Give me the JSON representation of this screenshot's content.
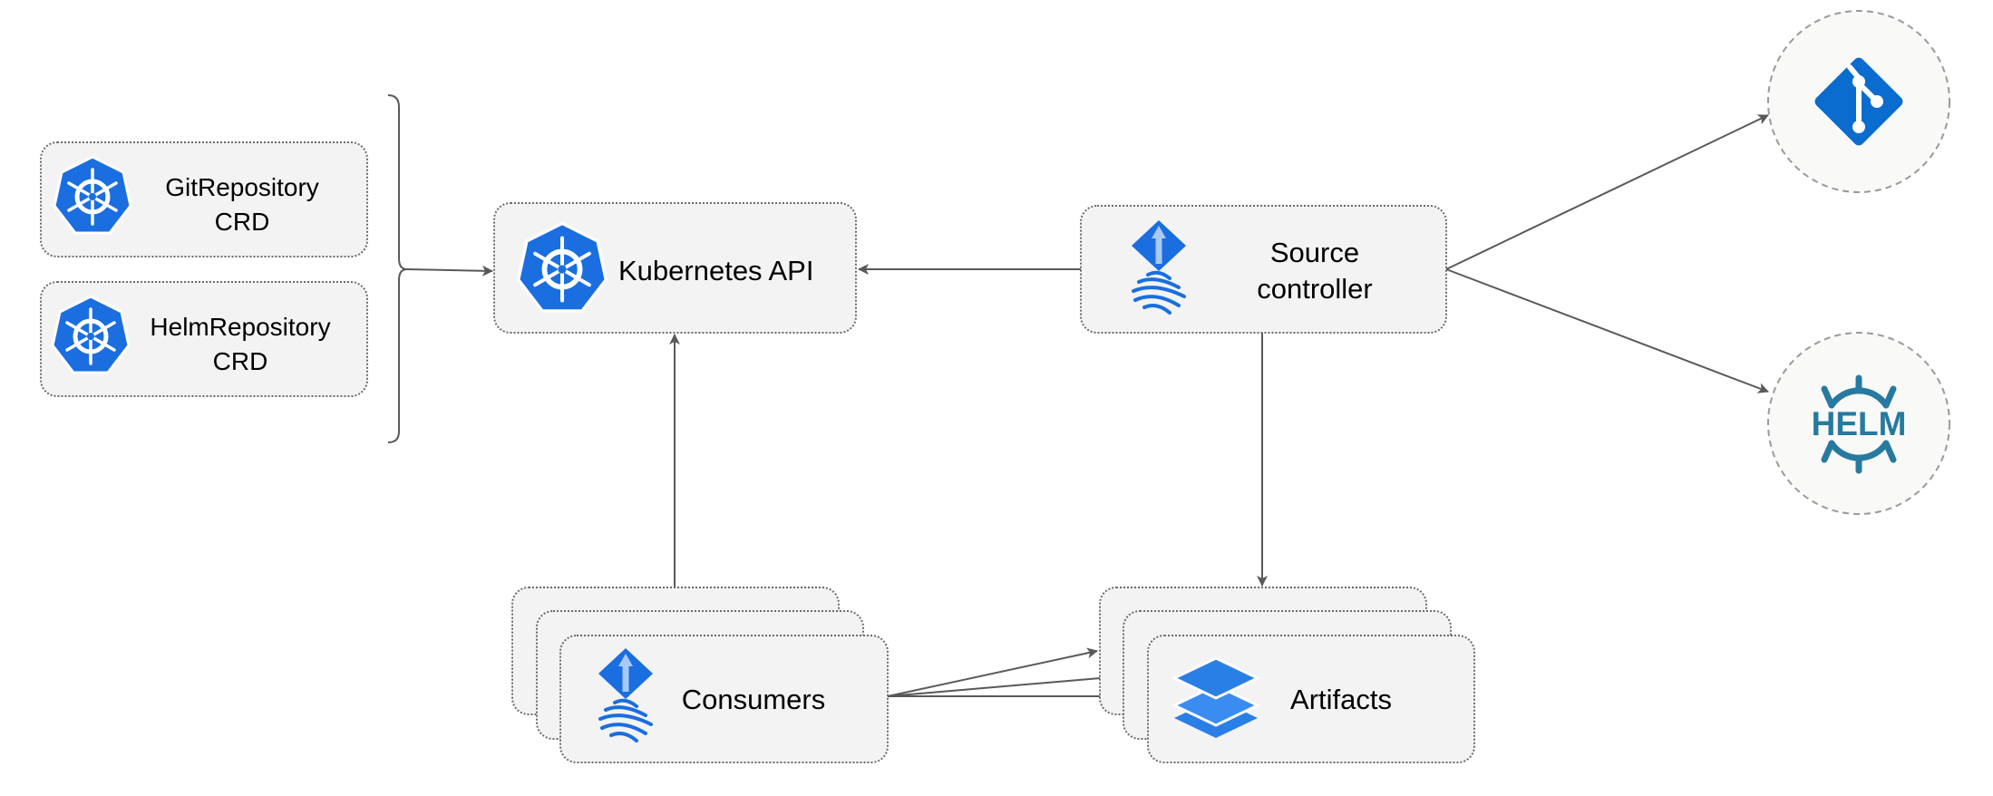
{
  "nodes": {
    "git_repository_crd": {
      "line1": "GitRepository",
      "line2": "CRD",
      "icon": "kubernetes-icon"
    },
    "helm_repository_crd": {
      "line1": "HelmRepository",
      "line2": "CRD",
      "icon": "kubernetes-icon"
    },
    "kubernetes_api": {
      "label": "Kubernetes API",
      "icon": "kubernetes-icon"
    },
    "source_controller": {
      "line1": "Source",
      "line2": "controller",
      "icon": "flux-icon"
    },
    "git": {
      "icon": "git-icon"
    },
    "helm": {
      "icon": "helm-icon",
      "logo_text": "HELM"
    },
    "consumers": {
      "label": "Consumers",
      "icon": "flux-icon"
    },
    "artifacts": {
      "label": "Artifacts",
      "icon": "layers-icon"
    }
  },
  "edges": [
    {
      "from": "crds",
      "to": "kubernetes_api"
    },
    {
      "from": "source_controller",
      "to": "kubernetes_api"
    },
    {
      "from": "source_controller",
      "to": "git"
    },
    {
      "from": "source_controller",
      "to": "helm"
    },
    {
      "from": "source_controller",
      "to": "artifacts"
    },
    {
      "from": "consumers",
      "to": "kubernetes_api"
    },
    {
      "from": "consumers",
      "to": "artifacts"
    }
  ],
  "colors": {
    "kubernetes": "#1a6ee0",
    "flux": "#1a6ee0",
    "git": "#0a6ccf",
    "helm": "#277a9f",
    "artifacts": "#2a7fe6",
    "edge": "#595959"
  }
}
